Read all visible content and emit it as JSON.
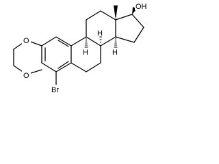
{
  "molecule": {
    "atoms": {
      "oxygen_upper": "O",
      "oxygen_lower": "O",
      "bromine": "Br",
      "hydroxyl": "OH",
      "h_c9": "H",
      "h_c14": "H",
      "h_c8": "H"
    }
  }
}
